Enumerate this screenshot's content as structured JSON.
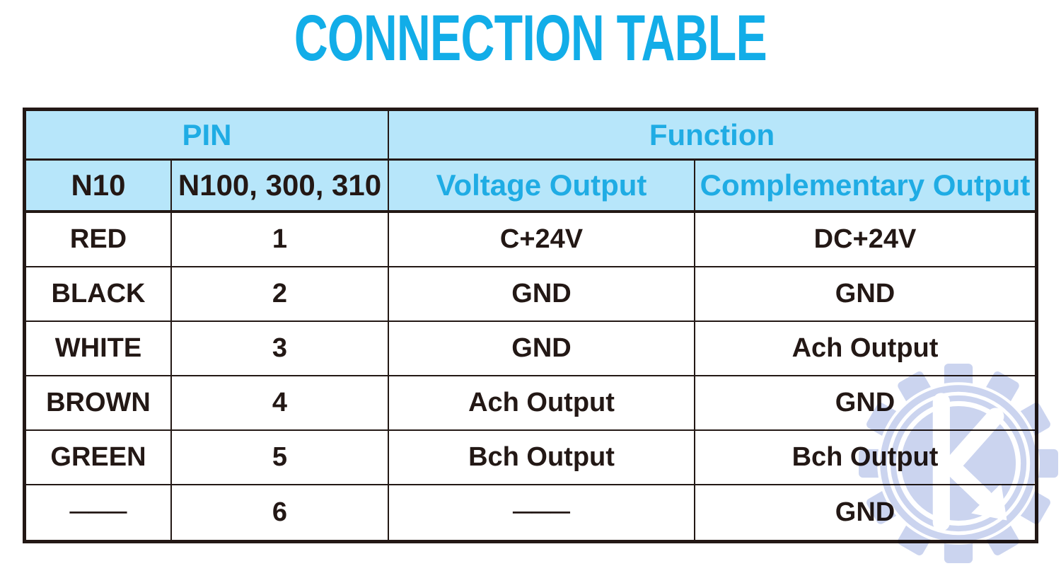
{
  "title": {
    "text": "CONNECTION TABLE"
  },
  "colors": {
    "accent_cyan": "#1FACE4",
    "title_cyan": "#12ADE8",
    "header_bg": "#B7E6FA",
    "ink_dark": "#231815",
    "watermark_blue": "#CBD4EF"
  },
  "table": {
    "header": {
      "pin": "PIN",
      "function": "Function"
    },
    "subheader": {
      "col1": "N10",
      "col2": "N100, 300, 310",
      "col3": "Voltage Output",
      "col4": "Complementary Output"
    },
    "rows": [
      {
        "wire": "RED",
        "pin": "1",
        "voltage_output": "C+24V",
        "complementary_output": "DC+24V"
      },
      {
        "wire": "BLACK",
        "pin": "2",
        "voltage_output": "GND",
        "complementary_output": "GND"
      },
      {
        "wire": "WHITE",
        "pin": "3",
        "voltage_output": "GND",
        "complementary_output": "Ach Output"
      },
      {
        "wire": "BROWN",
        "pin": "4",
        "voltage_output": "Ach Output",
        "complementary_output": "GND"
      },
      {
        "wire": "GREEN",
        "pin": "5",
        "voltage_output": "Bch Output",
        "complementary_output": "Bch Output"
      },
      {
        "wire": "───",
        "pin": "6",
        "voltage_output": "───",
        "complementary_output": "GND"
      }
    ]
  },
  "watermark": {
    "icon": "gear-k-logo"
  }
}
